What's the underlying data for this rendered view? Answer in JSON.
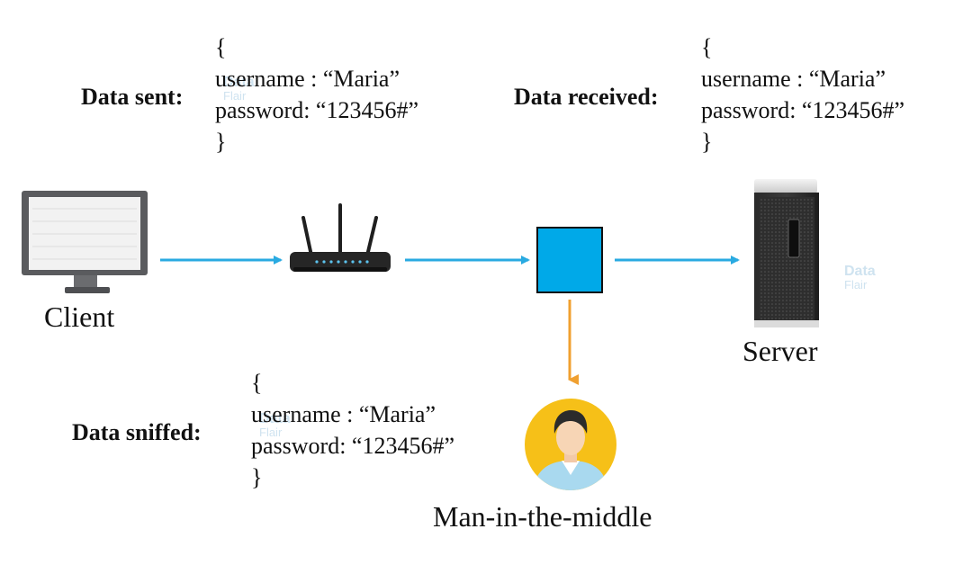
{
  "blocks": {
    "sent": {
      "label": "Data sent:",
      "open": "{",
      "username": "username : “Maria”",
      "password": "password: “123456#”",
      "close": "}"
    },
    "received": {
      "label": "Data received:",
      "open": "{",
      "username": "username : “Maria”",
      "password": "password: “123456#”",
      "close": "}"
    },
    "sniffed": {
      "label": "Data sniffed:",
      "open": "{",
      "username": "username : “Maria”",
      "password": "password: “123456#”",
      "close": "}"
    }
  },
  "nodes": {
    "client": "Client",
    "server": "Server",
    "attacker": "Man-in-the-middle"
  },
  "watermark": {
    "brand": "Data",
    "sub": "Flair"
  },
  "colors": {
    "flow_arrow": "#29aae1",
    "sniff_arrow": "#f0a030",
    "interceptor": "#00a9e8",
    "avatar_bg": "#f6c018",
    "shirt": "#a9d9ef"
  },
  "icons": {
    "client": "monitor-icon",
    "router": "router-icon",
    "interceptor": "square-node",
    "server": "server-tower-icon",
    "attacker": "person-avatar-icon"
  }
}
